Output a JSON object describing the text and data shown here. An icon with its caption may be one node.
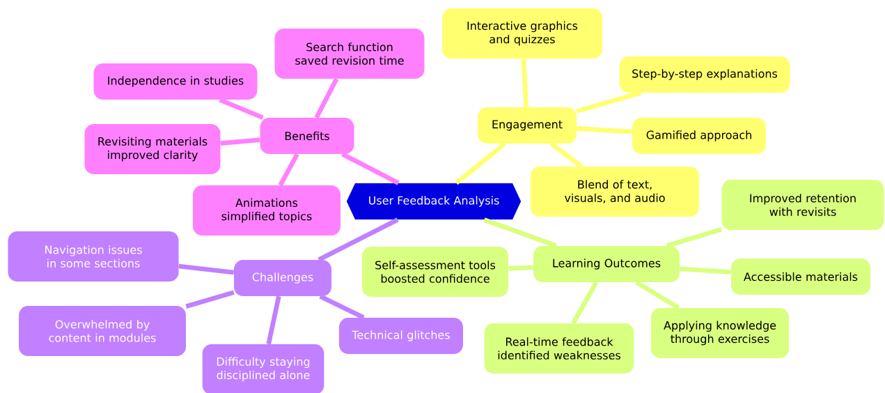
{
  "diagram": {
    "nodes": [
      {
        "text": [
          "User Feedback Analysis"
        ]
      },
      {
        "text": [
          "Benefits"
        ]
      },
      {
        "text": [
          "Search function saved revision time"
        ]
      },
      {
        "text": [
          "Independence in studies"
        ]
      },
      {
        "text": [
          "Revisiting materials improved clarity"
        ]
      },
      {
        "text": [
          "Animations simplified topics"
        ]
      },
      {
        "text": [
          "Engagement"
        ]
      },
      {
        "text": [
          "Interactive graphics and quizzes"
        ]
      },
      {
        "text": [
          "Step-by-step explanations"
        ]
      },
      {
        "text": [
          "Gamified approach"
        ]
      },
      {
        "text": [
          "Blend of text, visuals, and audio"
        ]
      },
      {
        "text": [
          "Learning Outcomes"
        ]
      },
      {
        "text": [
          "Improved retention with revisits"
        ]
      },
      {
        "text": [
          "Self-assessment tools boosted confidence"
        ]
      },
      {
        "text": [
          "Accessible materials"
        ]
      },
      {
        "text": [
          "Applying knowledge through exercises"
        ]
      },
      {
        "text": [
          "Real-time feedback identified weaknesses"
        ]
      },
      {
        "text": [
          "Challenges"
        ]
      },
      {
        "text": [
          "Navigation issues in some sections"
        ]
      },
      {
        "text": [
          "Overwhelmed by content in modules"
        ]
      },
      {
        "text": [
          "Difficulty staying disciplined alone"
        ]
      },
      {
        "text": [
          "Technical glitches"
        ]
      }
    ],
    "edges": [
      {
        "from": 0,
        "to": 1,
        "arrow": "none",
        "color": "#ff80ff"
      },
      {
        "from": 1,
        "to": 2,
        "arrow": "none",
        "color": "#ff80ff"
      },
      {
        "from": 1,
        "to": 3,
        "arrow": "none",
        "color": "#ff80ff"
      },
      {
        "from": 1,
        "to": 4,
        "arrow": "none",
        "color": "#ff80ff"
      },
      {
        "from": 1,
        "to": 5,
        "arrow": "none",
        "color": "#ff80ff"
      },
      {
        "from": 0,
        "to": 6,
        "arrow": "none",
        "color": "#ffff70"
      },
      {
        "from": 6,
        "to": 7,
        "arrow": "none",
        "color": "#ffff70"
      },
      {
        "from": 6,
        "to": 8,
        "arrow": "none",
        "color": "#ffff70"
      },
      {
        "from": 6,
        "to": 9,
        "arrow": "none",
        "color": "#ffff70"
      },
      {
        "from": 6,
        "to": 10,
        "arrow": "none",
        "color": "#ffff70"
      },
      {
        "from": 0,
        "to": 11,
        "arrow": "none",
        "color": "#d9ff80"
      },
      {
        "from": 11,
        "to": 12,
        "arrow": "none",
        "color": "#d9ff80"
      },
      {
        "from": 11,
        "to": 13,
        "arrow": "none",
        "color": "#d9ff80"
      },
      {
        "from": 11,
        "to": 14,
        "arrow": "none",
        "color": "#d9ff80"
      },
      {
        "from": 11,
        "to": 15,
        "arrow": "none",
        "color": "#d9ff80"
      },
      {
        "from": 11,
        "to": 16,
        "arrow": "none",
        "color": "#d9ff80"
      },
      {
        "from": 0,
        "to": 17,
        "arrow": "none",
        "color": "#c080ff"
      },
      {
        "from": 17,
        "to": 18,
        "arrow": "none",
        "color": "#c080ff"
      },
      {
        "from": 17,
        "to": 19,
        "arrow": "none",
        "color": "#c080ff"
      },
      {
        "from": 17,
        "to": 20,
        "arrow": "none",
        "color": "#c080ff"
      },
      {
        "from": 17,
        "to": 21,
        "arrow": "none",
        "color": "#c080ff"
      }
    ]
  }
}
